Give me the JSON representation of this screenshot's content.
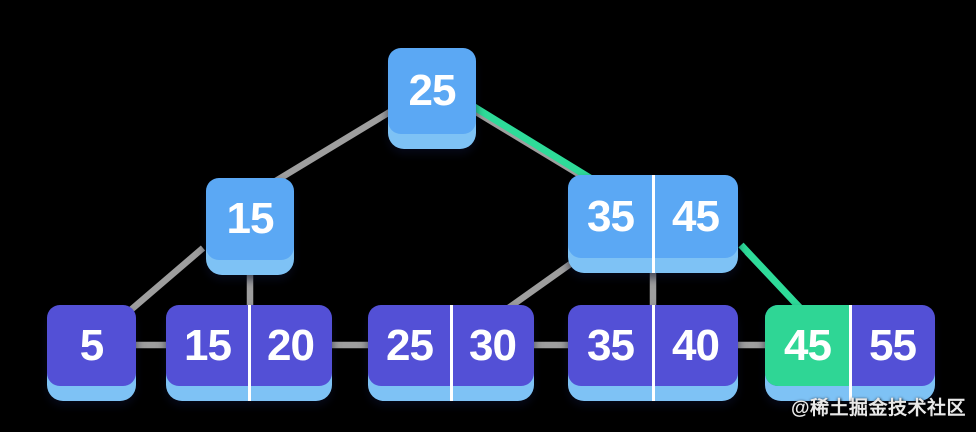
{
  "diagram": {
    "type": "b-plus-tree",
    "nodes": {
      "root": {
        "level": "root",
        "cells": [
          {
            "value": "25"
          }
        ]
      },
      "internal_left": {
        "level": "internal",
        "cells": [
          {
            "value": "15"
          }
        ]
      },
      "internal_right": {
        "level": "internal",
        "cells": [
          {
            "value": "35"
          },
          {
            "value": "45"
          }
        ]
      },
      "leaf_1": {
        "level": "leaf",
        "cells": [
          {
            "value": "5"
          }
        ]
      },
      "leaf_2": {
        "level": "leaf",
        "cells": [
          {
            "value": "15"
          },
          {
            "value": "20"
          }
        ]
      },
      "leaf_3": {
        "level": "leaf",
        "cells": [
          {
            "value": "25"
          },
          {
            "value": "30"
          }
        ]
      },
      "leaf_4": {
        "level": "leaf",
        "cells": [
          {
            "value": "35"
          },
          {
            "value": "40"
          }
        ]
      },
      "leaf_5": {
        "level": "leaf",
        "cells": [
          {
            "value": "45",
            "highlighted": true
          },
          {
            "value": "55"
          }
        ]
      }
    },
    "highlight_path": [
      "25",
      "35|45",
      "45"
    ],
    "leaf_chain": [
      "5",
      "15|20",
      "25|30",
      "35|40",
      "45|55"
    ]
  },
  "colors": {
    "background": "#000000",
    "node_blue": "#5BA8F4",
    "node_purple": "#5350D6",
    "cell_green": "#2FD695",
    "lip_blue": "#7EC2F5",
    "edge_gray": "#9E9E9E",
    "edge_green": "#2EDB99",
    "divider_white": "#FFFFFF",
    "text_white": "#FFFFFF"
  },
  "watermark": {
    "text": "@稀土掘金技术社区"
  }
}
